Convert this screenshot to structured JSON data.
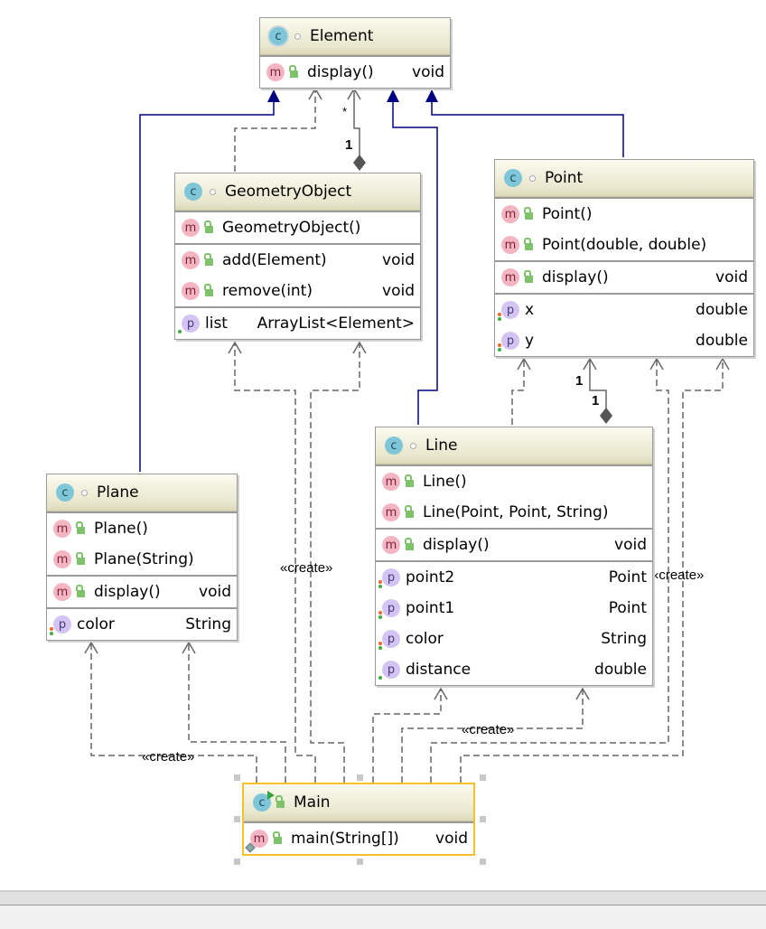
{
  "diagram": {
    "classes": {
      "element": {
        "name": "Element",
        "methods": [
          {
            "name": "display()",
            "type": "void"
          }
        ]
      },
      "geometry_object": {
        "name": "GeometryObject",
        "constructors": [
          {
            "name": "GeometryObject()"
          }
        ],
        "methods": [
          {
            "name": "add(Element)",
            "type": "void"
          },
          {
            "name": "remove(int)",
            "type": "void"
          }
        ],
        "fields": [
          {
            "name": "list",
            "type": "ArrayList<Element>"
          }
        ]
      },
      "point": {
        "name": "Point",
        "constructors": [
          {
            "name": "Point()"
          },
          {
            "name": "Point(double, double)"
          }
        ],
        "methods": [
          {
            "name": "display()",
            "type": "void"
          }
        ],
        "fields": [
          {
            "name": "x",
            "type": "double"
          },
          {
            "name": "y",
            "type": "double"
          }
        ]
      },
      "line": {
        "name": "Line",
        "constructors": [
          {
            "name": "Line()"
          },
          {
            "name": "Line(Point, Point, String)"
          }
        ],
        "methods": [
          {
            "name": "display()",
            "type": "void"
          }
        ],
        "fields": [
          {
            "name": "point2",
            "type": "Point"
          },
          {
            "name": "point1",
            "type": "Point"
          },
          {
            "name": "color",
            "type": "String"
          },
          {
            "name": "distance",
            "type": "double"
          }
        ]
      },
      "plane": {
        "name": "Plane",
        "constructors": [
          {
            "name": "Plane()"
          },
          {
            "name": "Plane(String)"
          }
        ],
        "methods": [
          {
            "name": "display()",
            "type": "void"
          }
        ],
        "fields": [
          {
            "name": "color",
            "type": "String"
          }
        ]
      },
      "main": {
        "name": "Main",
        "methods": [
          {
            "name": "main(String[])",
            "type": "void"
          }
        ]
      }
    },
    "icons": {
      "class": "c",
      "method": "m",
      "field": "p"
    },
    "edge_labels": {
      "create_main_plane": "«create»",
      "create_main_geometry": "«create»",
      "create_main_line": "«create»",
      "create_main_point": "«create»",
      "mult_element_star": "*",
      "mult_geometry_one": "1",
      "mult_point_one": "1",
      "mult_line_one": "1"
    },
    "colors": {
      "inheritance": "#000080",
      "dependency": "#666666",
      "selection": "#f3c22e"
    }
  }
}
